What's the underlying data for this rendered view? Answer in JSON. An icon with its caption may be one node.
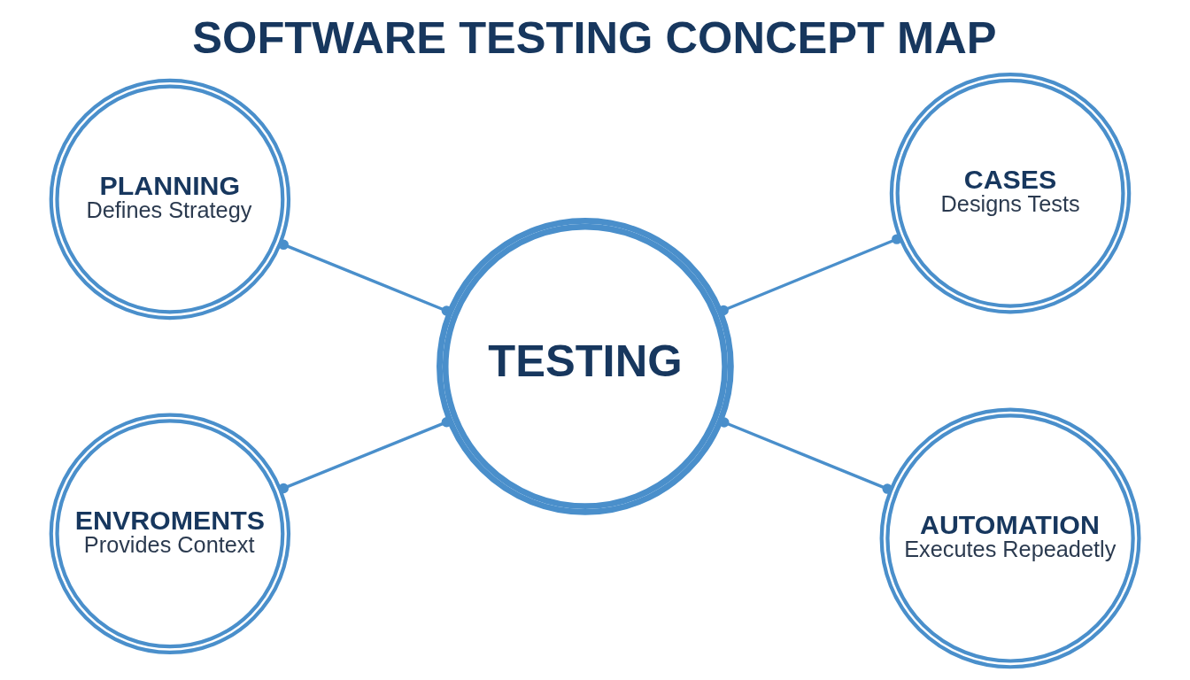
{
  "diagram": {
    "title": "SOFTWARE TESTING CONCEPT MAP",
    "nodes": [
      {
        "text": [
          "PLANNING",
          "Defines Strategy"
        ]
      },
      {
        "text": [
          "CASES",
          "Designs Tests"
        ]
      },
      {
        "text": [
          "TESTING"
        ]
      },
      {
        "text": [
          "ENVROMENTS",
          "Provides Context"
        ]
      },
      {
        "text": [
          "AUTOMATION",
          "Executes Repeadetly"
        ]
      }
    ],
    "edges": [
      {
        "from": 0,
        "to": 2,
        "arrow": "other"
      },
      {
        "from": 2,
        "to": 1,
        "arrow": "other"
      },
      {
        "from": 3,
        "to": 2,
        "arrow": "other"
      },
      {
        "from": 2,
        "to": 4,
        "arrow": "other"
      }
    ]
  }
}
